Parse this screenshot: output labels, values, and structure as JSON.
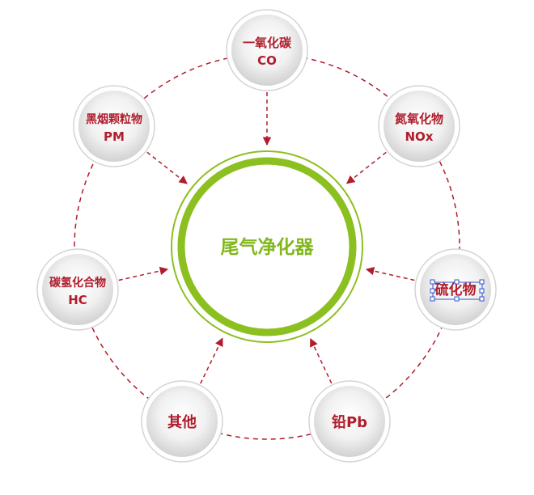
{
  "center": {
    "label": "尾气净化器"
  },
  "nodes": [
    {
      "id": "co",
      "line1": "一氧化碳",
      "line2": "CO"
    },
    {
      "id": "nox",
      "line1": "氮氧化物",
      "line2": "NOx"
    },
    {
      "id": "sulfur",
      "line1": "硫化物",
      "line2": ""
    },
    {
      "id": "lead",
      "line1": "铅Pb",
      "line2": ""
    },
    {
      "id": "other",
      "line1": "其他",
      "line2": ""
    },
    {
      "id": "hc",
      "line1": "碳氢化合物",
      "line2": "HC"
    },
    {
      "id": "pm",
      "line1": "黑烟颗粒物",
      "line2": "PM"
    }
  ],
  "colors": {
    "accent_red": "#b01d2c",
    "accent_green": "#8cc020",
    "center_text": "#82b81e",
    "ring_dash": "#b01d2c",
    "node_fill_light": "#ffffff",
    "node_fill_dark": "#d7d7d7",
    "selection_box": "#3355cc"
  }
}
